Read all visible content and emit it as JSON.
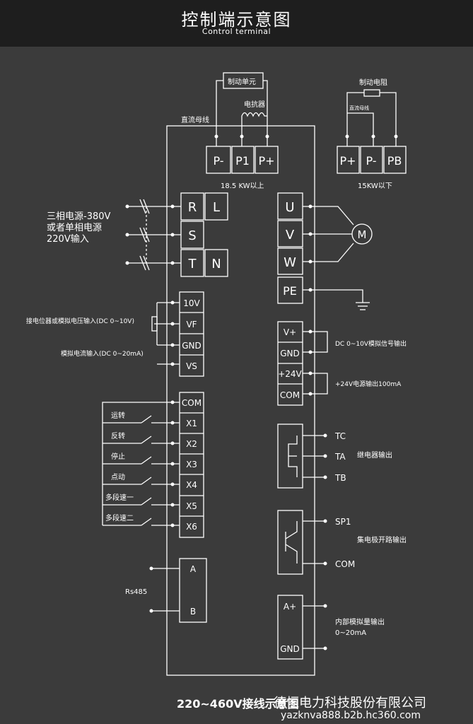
{
  "header": {
    "title": "控制端示意图",
    "subtitle": "Control terminal"
  },
  "labels": {
    "brake_unit": "制动单元",
    "reactor": "电抗器",
    "dc_bus": "直流母线",
    "power_rating_big": "18.5 KW以上",
    "brake_resistor": "制动电阻",
    "dc_bus_small": "直流母线",
    "power_rating_small": "15KW以下",
    "power_in_1": "三相电源-380V",
    "power_in_2": "或者单相电源",
    "power_in_3": "220V输入",
    "motor": "M",
    "pot_input": "接电位器或模拟电压输入(DC 0~10V)",
    "current_input": "模拟电流输入(DC 0~20mA)",
    "analog_signal_out": "DC 0~10V模拟信号输出",
    "power_24v_out": "+24V电源输出100mA",
    "cmd_run": "运转",
    "cmd_rev": "反转",
    "cmd_stop": "停止",
    "cmd_jog": "点动",
    "cmd_ms1": "多段速一",
    "cmd_ms2": "多段速二",
    "relay_tc": "TC",
    "relay_ta": "TA",
    "relay_tb": "TB",
    "relay_out": "继电器输出",
    "sp1": "SP1",
    "open_collector": "集电极开路输出",
    "com_out": "COM",
    "rs485": "Rs485",
    "internal_analog_1": "内部模拟量输出",
    "internal_analog_2": "0~20mA",
    "diagram_title": "220~460V接线示意图"
  },
  "terminals": {
    "dc": [
      "P-",
      "P1",
      "P+"
    ],
    "brake": [
      "P+",
      "P-",
      "PB"
    ],
    "input": [
      "R",
      "L",
      "S",
      "T",
      "N"
    ],
    "output": [
      "U",
      "V",
      "W",
      "PE"
    ],
    "analog_in": [
      "10V",
      "VF",
      "GND",
      "VS"
    ],
    "analog_out": [
      "V+",
      "GND",
      "+24V",
      "COM"
    ],
    "digital": [
      "COM",
      "X1",
      "X2",
      "X3",
      "X4",
      "X5",
      "X6"
    ],
    "rs485": [
      "A",
      "B"
    ],
    "internal": [
      "A+",
      "GND"
    ]
  },
  "watermark": {
    "company": "德恒电力科技股份有限公司",
    "url": "yazknva888.b2b.hc360.com"
  }
}
